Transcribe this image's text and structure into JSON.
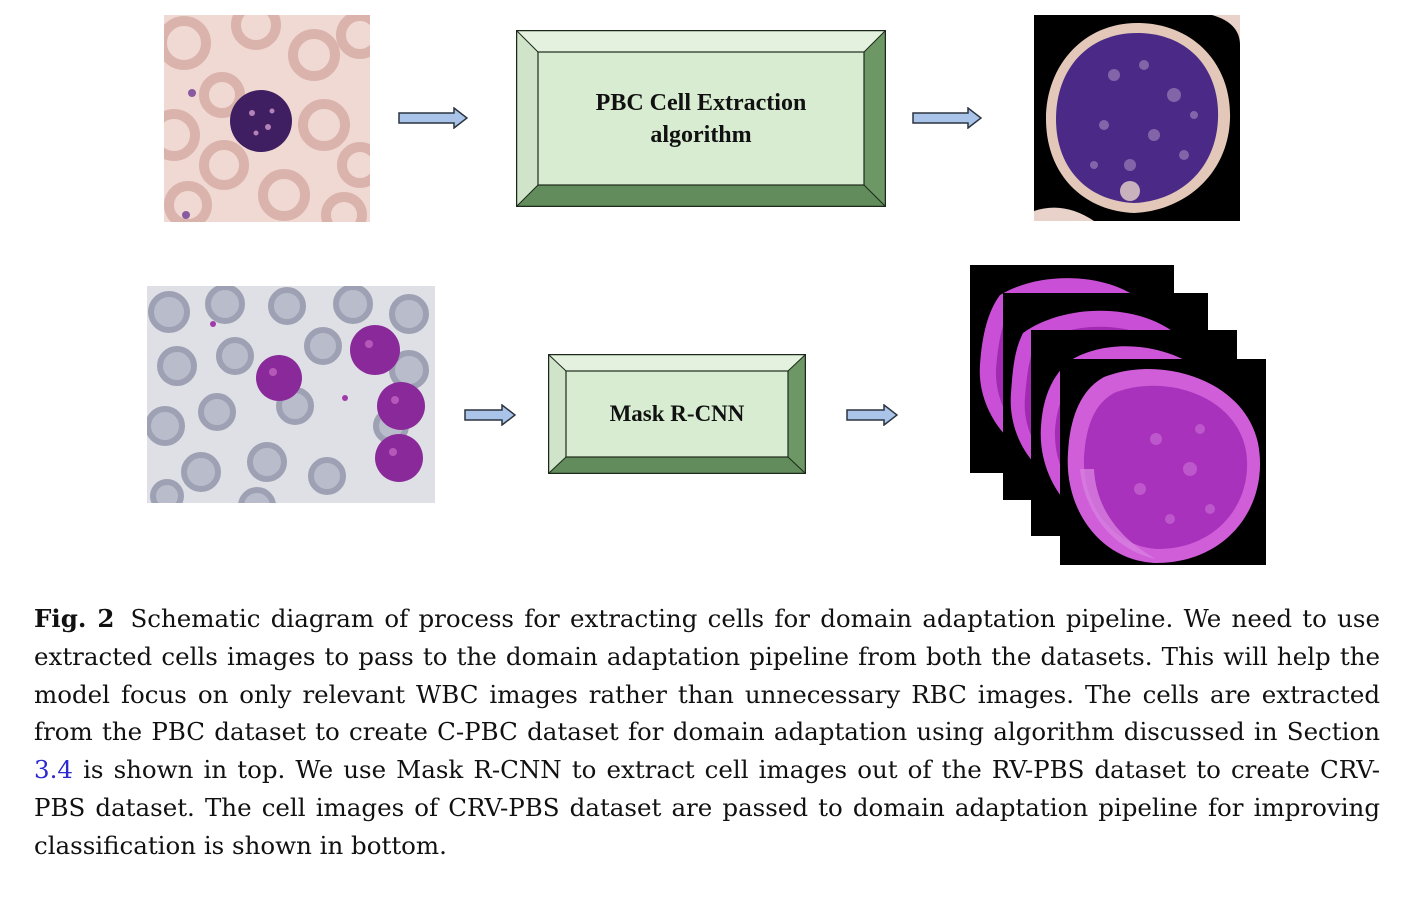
{
  "top_row": {
    "box_label": "PBC Cell Extraction\nalgorithm"
  },
  "bottom_row": {
    "box_label": "Mask R-CNN"
  },
  "caption": {
    "fig_label": "Fig. 2",
    "text_before_link": "Schematic diagram of process for extracting cells for domain adaptation pipeline. We need to use extracted cells images to pass to the domain adaptation pipeline from both the datasets. This will help the model focus on only relevant WBC images rather than unnecessary RBC images. The cells are extracted from the PBC dataset to create C-PBC dataset for domain adaptation using algorithm discussed in Section ",
    "link_text": "3.4",
    "text_after_link": " is shown in top. We use Mask R-CNN to extract cell images out of the RV-PBS dataset to create CRV-PBS dataset. The cell images of CRV-PBS dataset are passed to domain adaptation pipeline for improving classification is shown in bottom."
  },
  "colors": {
    "arrow_fill": "#a9c4e8",
    "box_face": "#dcefd6",
    "box_bevel_light": "#c6dfc0",
    "box_bevel_dark": "#5f8a58",
    "link": "#2a2acf"
  }
}
